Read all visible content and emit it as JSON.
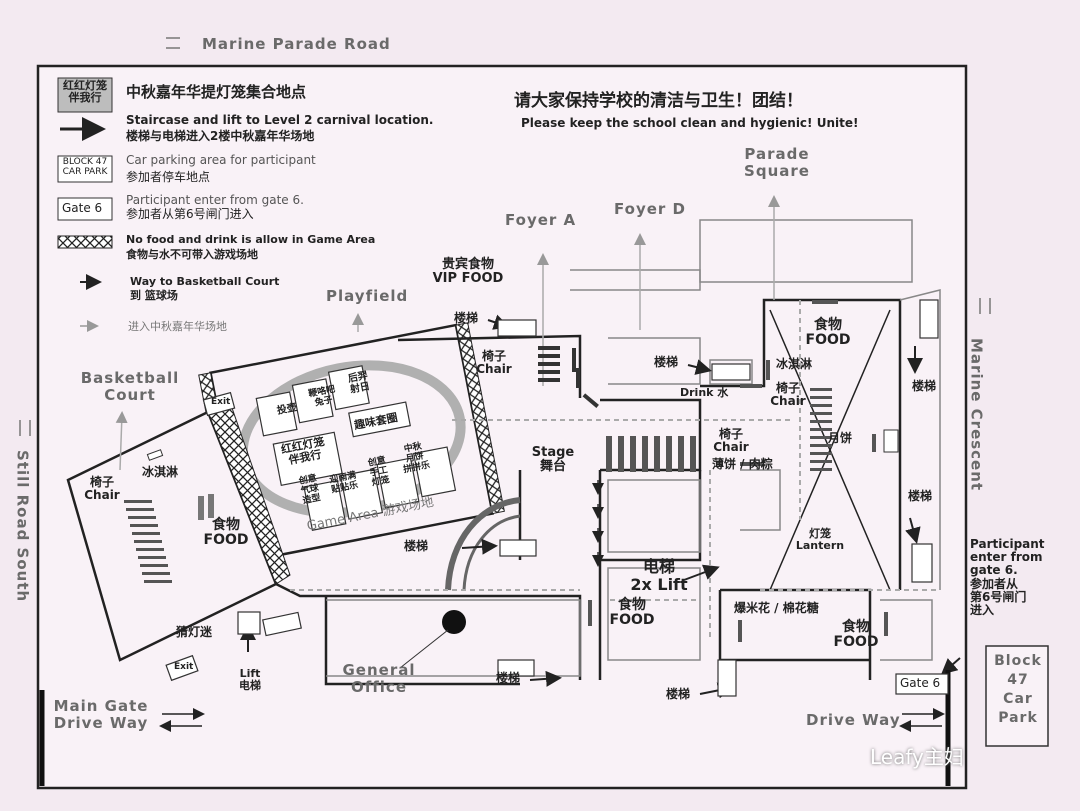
{
  "roads": {
    "top": "Marine Parade Road",
    "left": "Still Road South",
    "right": "Marine Crescent"
  },
  "legend": {
    "lantern_tag": "红红灯笼\n伴我行",
    "lantern_text": "中秋嘉年华提灯笼集合地点",
    "stair_en": "Staircase and lift to Level 2 carnival location.",
    "stair_zh": "楼梯与电梯进入2楼中秋嘉年华场地",
    "block_tag": "BLOCK 47\nCAR PARK",
    "parking_en": "Car parking area for participant",
    "parking_zh": "参加者停车地点",
    "gate_tag": "Gate 6",
    "gate_en": "Participant enter from gate 6.",
    "gate_zh": "参加者从第6号闸门进入",
    "xxxx_tag": "XXXXX",
    "nofood_en": "No food and drink is allow in Game Area",
    "nofood_zh": "食物与水不可带入游戏场地",
    "basket_en": "Way to Basketball Court",
    "basket_zh": "到 篮球场",
    "carnival_zh": "进入中秋嘉年华场地"
  },
  "notice": {
    "zh": "请大家保持学校的清洁与卫生！团结！",
    "en": "Please keep the school clean and hygienic! Unite!"
  },
  "areas": {
    "parade_square": "Parade\nSquare",
    "foyer_a": "Foyer A",
    "foyer_d": "Foyer D",
    "playfield": "Playfield",
    "basketball_court": "Basketball\nCourt",
    "vip_food": "贵宾食物\nVIP FOOD",
    "stage": "Stage\n舞台",
    "general_office": "General\nOffice",
    "game_area": "Game Area 游戏场地",
    "lift_big": "电梯\n2x Lift",
    "lift_small": "Lift\n电梯",
    "exit1": "Exit",
    "exit2": "Exit",
    "main_gate": "Main Gate\nDrive Way",
    "drive_way": "Drive Way",
    "participant_note": "Participant\nenter from\ngate 6.\n参加者从\n第6号闸门\n进入",
    "block47": "Block\n47\nCar\nPark",
    "gate6": "Gate 6"
  },
  "labels": {
    "stairs": "楼梯",
    "chair": "椅子\nChair",
    "chair_food": "椅子\nChair",
    "ice_cream": "冰淇淋",
    "food": "食物\nFOOD",
    "drink": "Drink 水",
    "mooncake": "月饼",
    "lantern": "灯笼\nLantern",
    "popcorn": "爆米花 / 棉花糖",
    "crepe": "薄饼 / 肉粽",
    "riddles": "猜灯迷"
  },
  "booths": {
    "b1": "投壶",
    "b2": "鞭咯吧\n兔子",
    "b3": "后羿\n射日",
    "b4": "趣味套圈",
    "b5": "红红灯笼\n伴我行",
    "b6": "创意\n气球\n造型",
    "b7": "迎南满\n贴贴乐",
    "b8": "创意\n手工\n灯笼",
    "b9": "中秋\n月饼\n拼拼乐"
  },
  "watermark": "Leafy主妇"
}
